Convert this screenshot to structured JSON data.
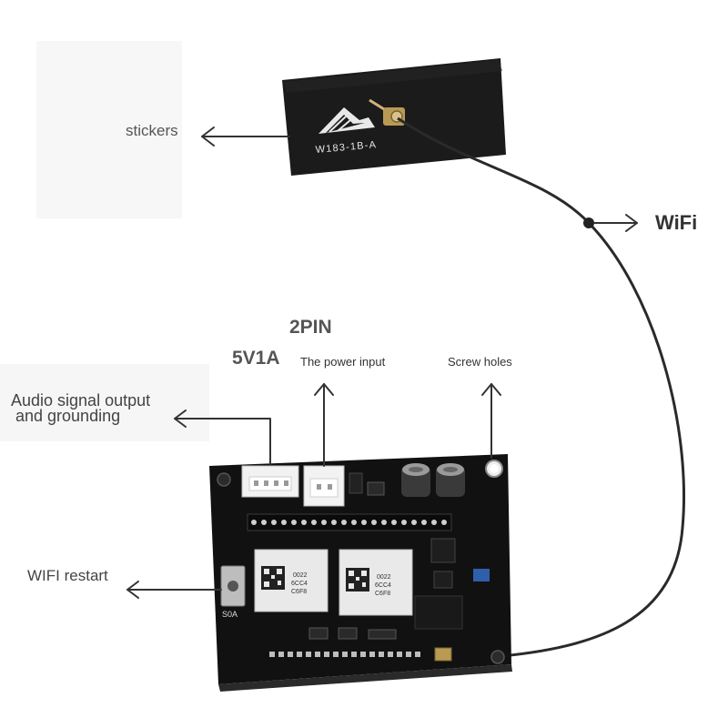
{
  "labels": {
    "stickers": "stickers",
    "wifi": "WiFi",
    "two_pin": "2PIN",
    "voltage": "5V1A",
    "power_input": "The power input",
    "screw_holes": "Screw holes",
    "audio_line1": "Audio signal output",
    "audio_line2": "and grounding",
    "wifi_restart": "WIFI restart"
  },
  "antenna": {
    "model": "W183-1B-A"
  },
  "board": {
    "module_code_1": "0022",
    "module_code_2": "6CC4",
    "module_code_3": "C6F8",
    "module_code_b1": "0022",
    "module_code_b2": "6CC4",
    "module_code_b3": "C6F8",
    "button_label": "S0A"
  },
  "colors": {
    "board": "#111111",
    "antenna": "#1a1a1a",
    "label_gray": "#555555",
    "label_dark": "#333333",
    "arrow": "#333333"
  }
}
